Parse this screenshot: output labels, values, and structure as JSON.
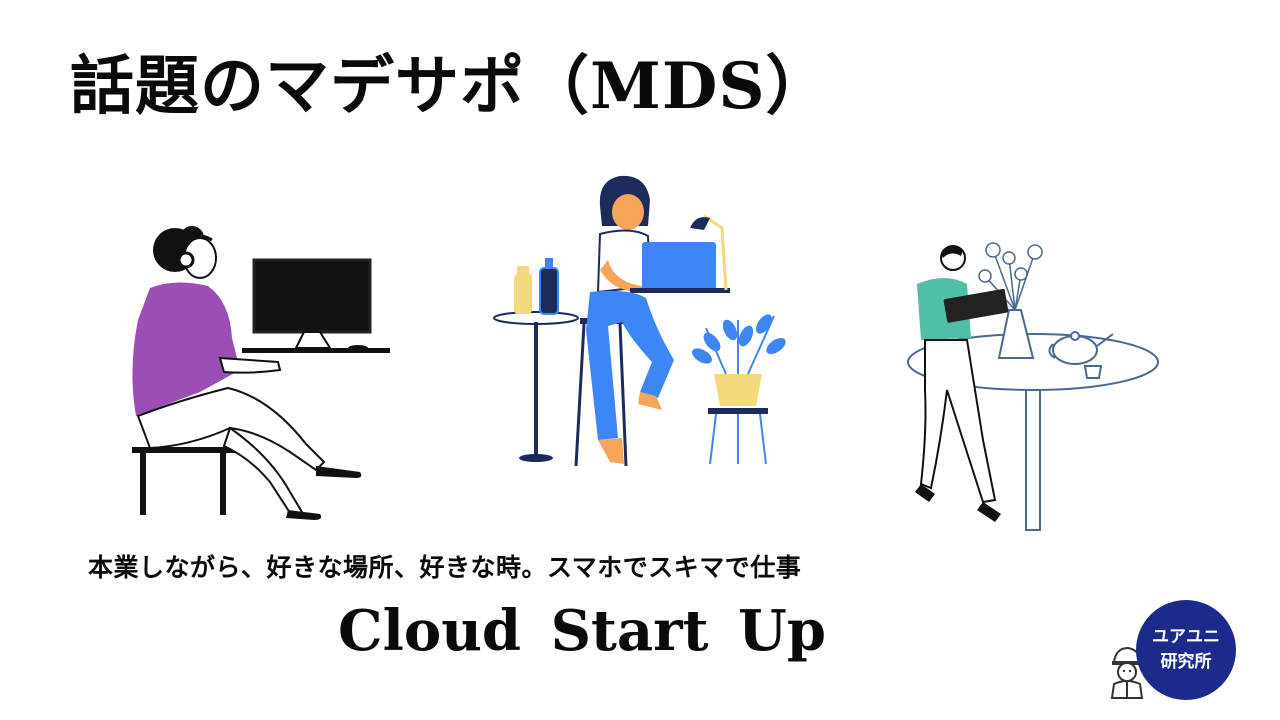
{
  "headline": "話題のマデサポ（MDS）",
  "tagline": "本業しながら、好きな場所、好きな時。スマホでスキマで仕事",
  "brand": "Cloud Start Up",
  "badge": {
    "line1": "ユアユニ",
    "line2": "研究所"
  },
  "icons": [
    "person-at-desktop-illustration",
    "woman-with-laptop-illustration",
    "man-with-tablet-illustration",
    "mascot-icon"
  ],
  "colors": {
    "purple": "#9b4fb4",
    "blue": "#3d86f5",
    "teal": "#4fbfa8",
    "yellow": "#f4d87c",
    "navy": "#1e2a5a",
    "badge": "#1c2a8c",
    "outline": "#4a6a90"
  }
}
